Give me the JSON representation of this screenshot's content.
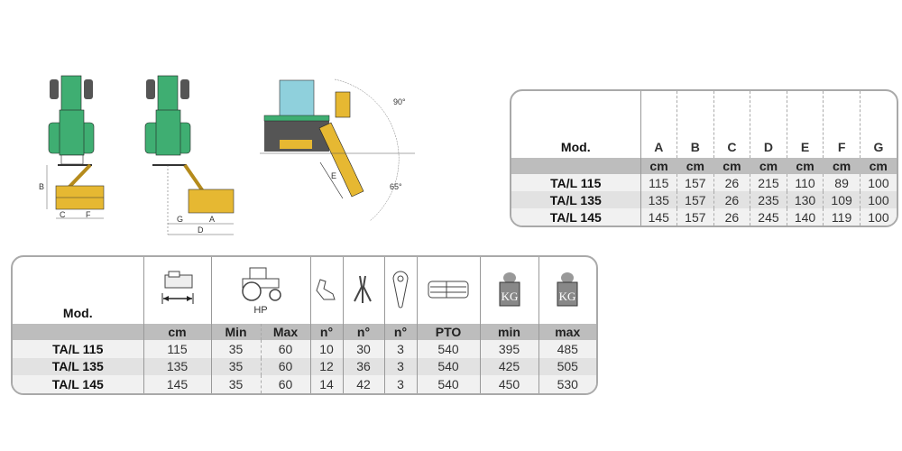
{
  "diagram": {
    "labels": {
      "B": "B",
      "C": "C",
      "F": "F",
      "G": "G",
      "A": "A",
      "D": "D",
      "E": "E",
      "angle1": "90°",
      "angle2": "65°"
    }
  },
  "dims_table": {
    "mod": "Mod.",
    "columns": [
      "A",
      "B",
      "C",
      "D",
      "E",
      "F",
      "G"
    ],
    "units": [
      "cm",
      "cm",
      "cm",
      "cm",
      "cm",
      "cm",
      "cm"
    ],
    "rows": [
      {
        "model": "TA/L 115",
        "values": [
          "115",
          "157",
          "26",
          "215",
          "110",
          "89",
          "100"
        ]
      },
      {
        "model": "TA/L 135",
        "values": [
          "135",
          "157",
          "26",
          "235",
          "130",
          "109",
          "100"
        ]
      },
      {
        "model": "TA/L 145",
        "values": [
          "145",
          "157",
          "26",
          "245",
          "140",
          "119",
          "100"
        ]
      }
    ]
  },
  "spec_table": {
    "mod": "Mod.",
    "hp_label": "HP",
    "icons": [
      "cutting-width-icon",
      "tractor-icon",
      "hammer-blade-icon",
      "y-blade-icon",
      "belt-icon",
      "pto-shaft-icon",
      "weight-icon",
      "weight-icon"
    ],
    "weight_text": "KG",
    "units": [
      "cm",
      "Min",
      "Max",
      "n°",
      "n°",
      "n°",
      "PTO",
      "min",
      "max"
    ],
    "rows": [
      {
        "model": "TA/L 115",
        "values": [
          "115",
          "35",
          "60",
          "10",
          "30",
          "3",
          "540",
          "395",
          "485"
        ]
      },
      {
        "model": "TA/L 135",
        "values": [
          "135",
          "35",
          "60",
          "12",
          "36",
          "3",
          "540",
          "425",
          "505"
        ]
      },
      {
        "model": "TA/L 145",
        "values": [
          "145",
          "35",
          "60",
          "14",
          "42",
          "3",
          "540",
          "450",
          "530"
        ]
      }
    ]
  }
}
